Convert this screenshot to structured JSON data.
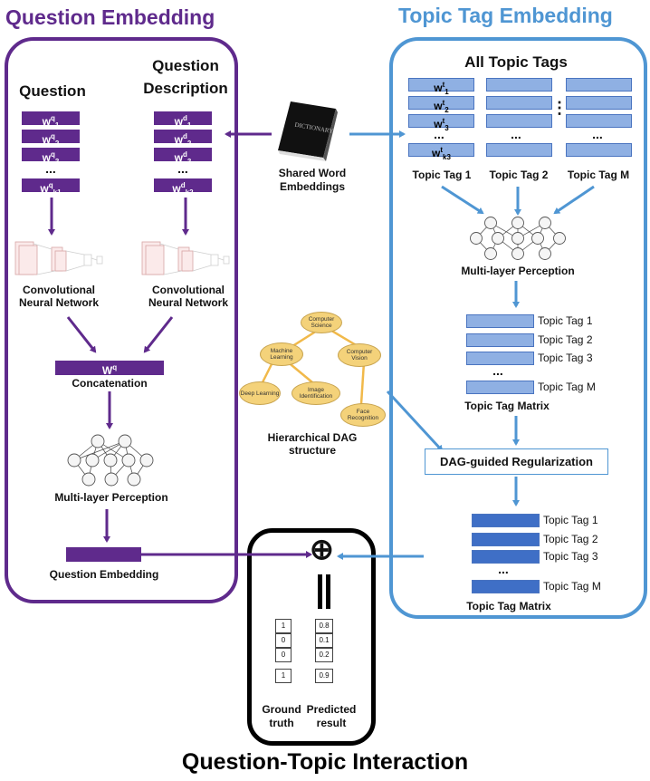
{
  "titles": {
    "question_embedding": "Question Embedding",
    "topic_tag_embedding": "Topic Tag Embedding",
    "interaction": "Question-Topic Interaction"
  },
  "colors": {
    "purple": "#5f2a8c",
    "blue": "#4f96d3",
    "light_blue": "#8fb0e3",
    "dark_blue": "#3f6fc6",
    "black": "#000000"
  },
  "question_panel": {
    "question_header": "Question",
    "description_header_1": "Question",
    "description_header_2": "Description",
    "question_words": [
      {
        "base": "w",
        "sup": "q",
        "sub": "1"
      },
      {
        "base": "w",
        "sup": "q",
        "sub": "2"
      },
      {
        "base": "w",
        "sup": "q",
        "sub": "3"
      },
      {
        "base": "w",
        "sup": "q",
        "sub": "k1"
      }
    ],
    "description_words": [
      {
        "base": "w",
        "sup": "d",
        "sub": "1"
      },
      {
        "base": "w",
        "sup": "d",
        "sub": "2"
      },
      {
        "base": "w",
        "sup": "d",
        "sub": "3"
      },
      {
        "base": "w",
        "sup": "d",
        "sub": "k2"
      }
    ],
    "ellipsis": "...",
    "cnn_label_1": "Convolutional",
    "cnn_label_2": "Neural Network",
    "concat_box": "W",
    "concat_box_sup": "q",
    "concat_label": "Concatenation",
    "mlp_label": "Multi-layer Perception",
    "embedding_label": "Question Embedding"
  },
  "dictionary": {
    "book_text": "DICTIONARY",
    "label_1": "Shared Word",
    "label_2": "Embeddings"
  },
  "dag": {
    "nodes": [
      "Computer Science",
      "Machine Learning",
      "Computer Vision",
      "Deep Learning",
      "Image Identification",
      "Face Recognition"
    ],
    "label_1": "Hierarchical DAG",
    "label_2": "structure"
  },
  "topic_panel": {
    "all_tags_header": "All Topic Tags",
    "tag1_words": [
      {
        "base": "w",
        "sup": "t",
        "sub": "1"
      },
      {
        "base": "w",
        "sup": "t",
        "sub": "2"
      },
      {
        "base": "w",
        "sup": "t",
        "sub": "3"
      },
      {
        "base": "w",
        "sup": "t",
        "sub": "k3"
      }
    ],
    "ellipsis": "...",
    "vertical_ellipsis": "⋮",
    "tag_labels": [
      "Topic Tag 1",
      "Topic Tag 2",
      "Topic Tag M"
    ],
    "mlp_label": "Multi-layer Perception",
    "matrix_rows": [
      "Topic Tag 1",
      "Topic Tag 2",
      "Topic Tag 3",
      "Topic Tag M"
    ],
    "matrix_label": "Topic Tag Matrix",
    "dag_reg_label": "DAG-guided Regularization",
    "reg_matrix_rows": [
      "Topic Tag 1",
      "Topic Tag 2",
      "Topic Tag 3",
      "Topic Tag M"
    ],
    "reg_matrix_label": "Topic Tag Matrix"
  },
  "interaction": {
    "oplus": "⊕",
    "ground_truth": [
      "1",
      "0",
      "0",
      "1"
    ],
    "predicted": [
      "0.8",
      "0.1",
      "0.2",
      "0.9"
    ],
    "ground_label_1": "Ground",
    "ground_label_2": "truth",
    "predicted_label_1": "Predicted",
    "predicted_label_2": "result"
  }
}
